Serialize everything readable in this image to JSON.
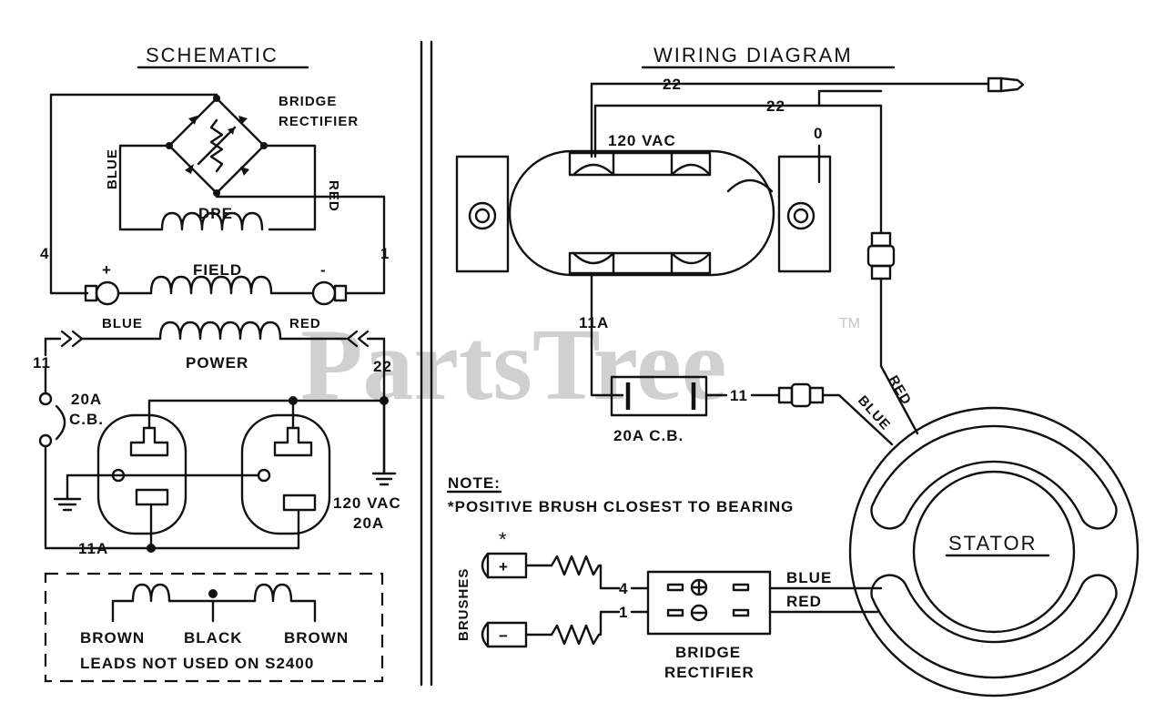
{
  "watermark": {
    "text": "PartsTree",
    "tm": "TM"
  },
  "schematic": {
    "title": "SCHEMATIC",
    "bridge_label_1": "BRIDGE",
    "bridge_label_2": "RECTIFIER",
    "blue": "BLUE",
    "red": "RED",
    "dpe": "DPE",
    "field": "FIELD",
    "plus": "+",
    "minus": "-",
    "num_4": "4",
    "num_1": "1",
    "power_blue": "BLUE",
    "power_red": "RED",
    "power": "POWER",
    "num_11": "11",
    "num_22": "22",
    "cb_1": "20A",
    "cb_2": "C.B.",
    "vac_1": "120 VAC",
    "vac_2": "20A",
    "lead_11a": "11A",
    "brown_left": "BROWN",
    "black": "BLACK",
    "brown_right": "BROWN",
    "leads_note": "LEADS NOT USED ON S2400"
  },
  "wiring": {
    "title": "WIRING DIAGRAM",
    "wire_22_top": "22",
    "wire_22_mid": "22",
    "wire_0": "0",
    "vac": "120 VAC",
    "lead_11a": "11A",
    "cb": "20A C.B.",
    "wire_11": "11",
    "red": "RED",
    "blue": "BLUE",
    "stator": "STATOR",
    "note_title": "NOTE:",
    "note_text": "*POSITIVE BRUSH CLOSEST TO BEARING",
    "asterisk": "*",
    "brushes": "BRUSHES",
    "plus": "+",
    "minus": "−",
    "num_4": "4",
    "num_1": "1",
    "out_blue": "BLUE",
    "out_red": "RED",
    "bridge_1": "BRIDGE",
    "bridge_2": "RECTIFIER"
  }
}
